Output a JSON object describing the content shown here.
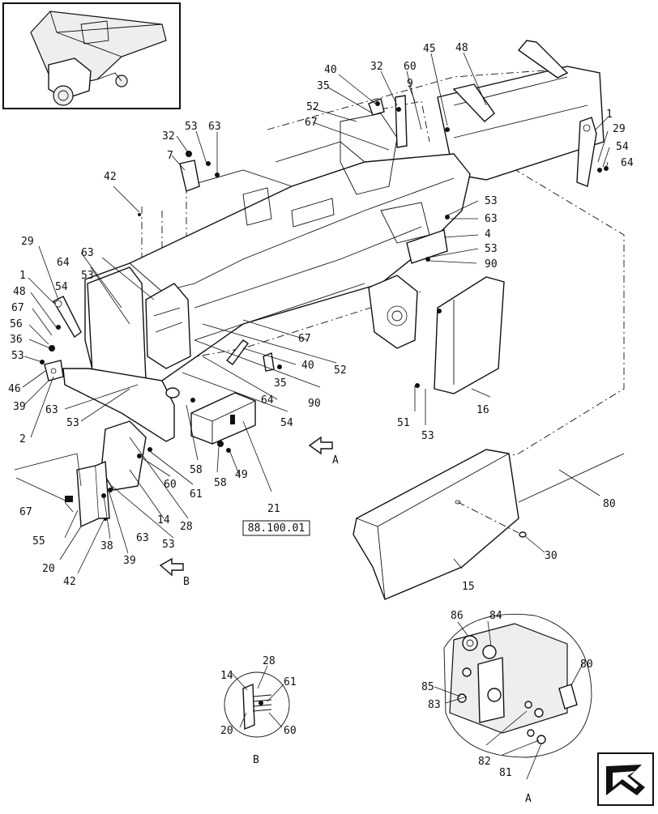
{
  "diagram": {
    "reference_box": "88.100.01",
    "view_labels": {
      "a": "A",
      "b": "B"
    },
    "callouts": [
      {
        "id": "c40a",
        "text": "40"
      },
      {
        "id": "c32a",
        "text": "32"
      },
      {
        "id": "c60a",
        "text": "60"
      },
      {
        "id": "c45",
        "text": "45"
      },
      {
        "id": "c48a",
        "text": "48"
      },
      {
        "id": "c35a",
        "text": "35"
      },
      {
        "id": "c9",
        "text": "9"
      },
      {
        "id": "c52a",
        "text": "52"
      },
      {
        "id": "c67a",
        "text": "67"
      },
      {
        "id": "c1a",
        "text": "1"
      },
      {
        "id": "c29a",
        "text": "29"
      },
      {
        "id": "c54a",
        "text": "54"
      },
      {
        "id": "c64a",
        "text": "64"
      },
      {
        "id": "c32b",
        "text": "32"
      },
      {
        "id": "c53a",
        "text": "53"
      },
      {
        "id": "c63a",
        "text": "63"
      },
      {
        "id": "c7",
        "text": "7"
      },
      {
        "id": "c42a",
        "text": "42"
      },
      {
        "id": "c53b",
        "text": "53"
      },
      {
        "id": "c63b",
        "text": "63"
      },
      {
        "id": "c4",
        "text": "4"
      },
      {
        "id": "c53c",
        "text": "53"
      },
      {
        "id": "c90a",
        "text": "90"
      },
      {
        "id": "c29b",
        "text": "29"
      },
      {
        "id": "c63c",
        "text": "63"
      },
      {
        "id": "c64b",
        "text": "64"
      },
      {
        "id": "c1b",
        "text": "1"
      },
      {
        "id": "c53d",
        "text": "53"
      },
      {
        "id": "c54b",
        "text": "54"
      },
      {
        "id": "c48b",
        "text": "48"
      },
      {
        "id": "c67b",
        "text": "67"
      },
      {
        "id": "c56",
        "text": "56"
      },
      {
        "id": "c36",
        "text": "36"
      },
      {
        "id": "c53e",
        "text": "53"
      },
      {
        "id": "c46",
        "text": "46"
      },
      {
        "id": "c39a",
        "text": "39"
      },
      {
        "id": "c2",
        "text": "2"
      },
      {
        "id": "c63d",
        "text": "63"
      },
      {
        "id": "c53f",
        "text": "53"
      },
      {
        "id": "c67c",
        "text": "67"
      },
      {
        "id": "c40b",
        "text": "40"
      },
      {
        "id": "c52b",
        "text": "52"
      },
      {
        "id": "c35b",
        "text": "35"
      },
      {
        "id": "c64c",
        "text": "64"
      },
      {
        "id": "c90b",
        "text": "90"
      },
      {
        "id": "c54c",
        "text": "54"
      },
      {
        "id": "c16",
        "text": "16"
      },
      {
        "id": "c51",
        "text": "51"
      },
      {
        "id": "c53g",
        "text": "53"
      },
      {
        "id": "c58a",
        "text": "58"
      },
      {
        "id": "c58b",
        "text": "58"
      },
      {
        "id": "c49",
        "text": "49"
      },
      {
        "id": "c21",
        "text": "21"
      },
      {
        "id": "c60b",
        "text": "60"
      },
      {
        "id": "c61a",
        "text": "61"
      },
      {
        "id": "c28a",
        "text": "28"
      },
      {
        "id": "c14a",
        "text": "14"
      },
      {
        "id": "c63e",
        "text": "63"
      },
      {
        "id": "c53h",
        "text": "53"
      },
      {
        "id": "c67d",
        "text": "67"
      },
      {
        "id": "c55",
        "text": "55"
      },
      {
        "id": "c38",
        "text": "38"
      },
      {
        "id": "c39b",
        "text": "39"
      },
      {
        "id": "c20a",
        "text": "20"
      },
      {
        "id": "c42b",
        "text": "42"
      },
      {
        "id": "c80a",
        "text": "80"
      },
      {
        "id": "c30",
        "text": "30"
      },
      {
        "id": "c15",
        "text": "15"
      },
      {
        "id": "c86",
        "text": "86"
      },
      {
        "id": "c84",
        "text": "84"
      },
      {
        "id": "c80b",
        "text": "80"
      },
      {
        "id": "c85",
        "text": "85"
      },
      {
        "id": "c83",
        "text": "83"
      },
      {
        "id": "c82",
        "text": "82"
      },
      {
        "id": "c81",
        "text": "81"
      },
      {
        "id": "c14b",
        "text": "14"
      },
      {
        "id": "c28b",
        "text": "28"
      },
      {
        "id": "c61b",
        "text": "61"
      },
      {
        "id": "c20b",
        "text": "20"
      },
      {
        "id": "c60c",
        "text": "60"
      }
    ]
  }
}
